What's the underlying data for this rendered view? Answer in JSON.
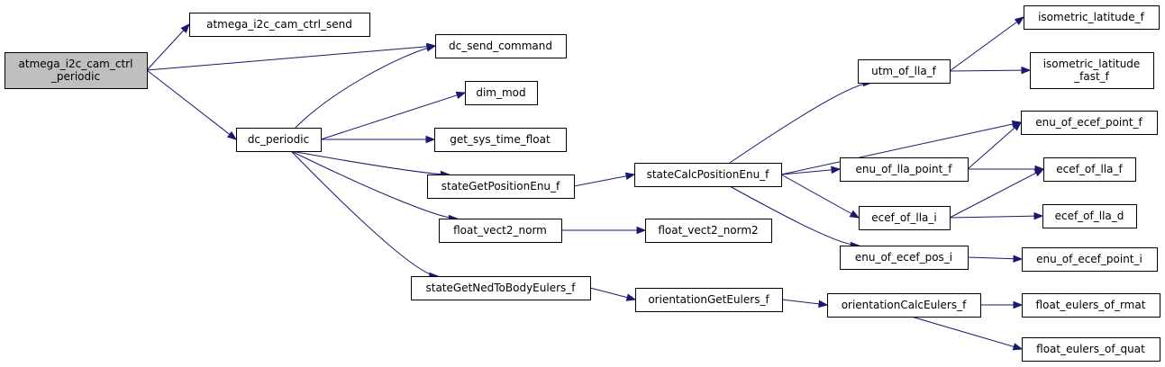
{
  "graph": {
    "nodes": [
      {
        "id": "root",
        "lines": [
          "atmega_i2c_cam_ctrl",
          "_periodic"
        ]
      },
      {
        "id": "send",
        "lines": [
          "atmega_i2c_cam_ctrl_send"
        ]
      },
      {
        "id": "dcsend",
        "lines": [
          "dc_send_command"
        ]
      },
      {
        "id": "dcper",
        "lines": [
          "dc_periodic"
        ]
      },
      {
        "id": "dimmod",
        "lines": [
          "dim_mod"
        ]
      },
      {
        "id": "gst",
        "lines": [
          "get_sys_time_float"
        ]
      },
      {
        "id": "sgpe",
        "lines": [
          "stateGetPositionEnu_f"
        ]
      },
      {
        "id": "fv2n",
        "lines": [
          "float_vect2_norm"
        ]
      },
      {
        "id": "fv2n2",
        "lines": [
          "float_vect2_norm2"
        ]
      },
      {
        "id": "sgne",
        "lines": [
          "stateGetNedToBodyEulers_f"
        ]
      },
      {
        "id": "scpe",
        "lines": [
          "stateCalcPositionEnu_f"
        ]
      },
      {
        "id": "oge",
        "lines": [
          "orientationGetEulers_f"
        ]
      },
      {
        "id": "utm",
        "lines": [
          "utm_of_lla_f"
        ]
      },
      {
        "id": "enulla",
        "lines": [
          "enu_of_lla_point_f"
        ]
      },
      {
        "id": "eceflli",
        "lines": [
          "ecef_of_lla_i"
        ]
      },
      {
        "id": "enupos",
        "lines": [
          "enu_of_ecef_pos_i"
        ]
      },
      {
        "id": "oce",
        "lines": [
          "orientationCalcEulers_f"
        ]
      },
      {
        "id": "isolat",
        "lines": [
          "isometric_latitude_f"
        ]
      },
      {
        "id": "isolatfast",
        "lines": [
          "isometric_latitude",
          "_fast_f"
        ]
      },
      {
        "id": "enuecefpt",
        "lines": [
          "enu_of_ecef_point_f"
        ]
      },
      {
        "id": "ecefllaf",
        "lines": [
          "ecef_of_lla_f"
        ]
      },
      {
        "id": "ecefllad",
        "lines": [
          "ecef_of_lla_d"
        ]
      },
      {
        "id": "enuecefpti",
        "lines": [
          "enu_of_ecef_point_i"
        ]
      },
      {
        "id": "fermat",
        "lines": [
          "float_eulers_of_rmat"
        ]
      },
      {
        "id": "fequat",
        "lines": [
          "float_eulers_of_quat"
        ]
      }
    ],
    "edges": [
      [
        "root",
        "send"
      ],
      [
        "root",
        "dcsend"
      ],
      [
        "root",
        "dcper"
      ],
      [
        "dcper",
        "dcsend"
      ],
      [
        "dcper",
        "dimmod"
      ],
      [
        "dcper",
        "gst"
      ],
      [
        "dcper",
        "sgpe"
      ],
      [
        "dcper",
        "fv2n"
      ],
      [
        "dcper",
        "sgne"
      ],
      [
        "sgpe",
        "scpe"
      ],
      [
        "fv2n",
        "fv2n2"
      ],
      [
        "sgne",
        "oge"
      ],
      [
        "scpe",
        "utm"
      ],
      [
        "scpe",
        "enuecefpt"
      ],
      [
        "scpe",
        "enulla"
      ],
      [
        "scpe",
        "eceflli"
      ],
      [
        "scpe",
        "enupos"
      ],
      [
        "utm",
        "isolat"
      ],
      [
        "utm",
        "isolatfast"
      ],
      [
        "enulla",
        "enuecefpt"
      ],
      [
        "enulla",
        "ecefllaf"
      ],
      [
        "eceflli",
        "ecefllaf"
      ],
      [
        "eceflli",
        "ecefllad"
      ],
      [
        "enupos",
        "enuecefpti"
      ],
      [
        "oge",
        "oce"
      ],
      [
        "oce",
        "fermat"
      ],
      [
        "oce",
        "fequat"
      ]
    ]
  }
}
